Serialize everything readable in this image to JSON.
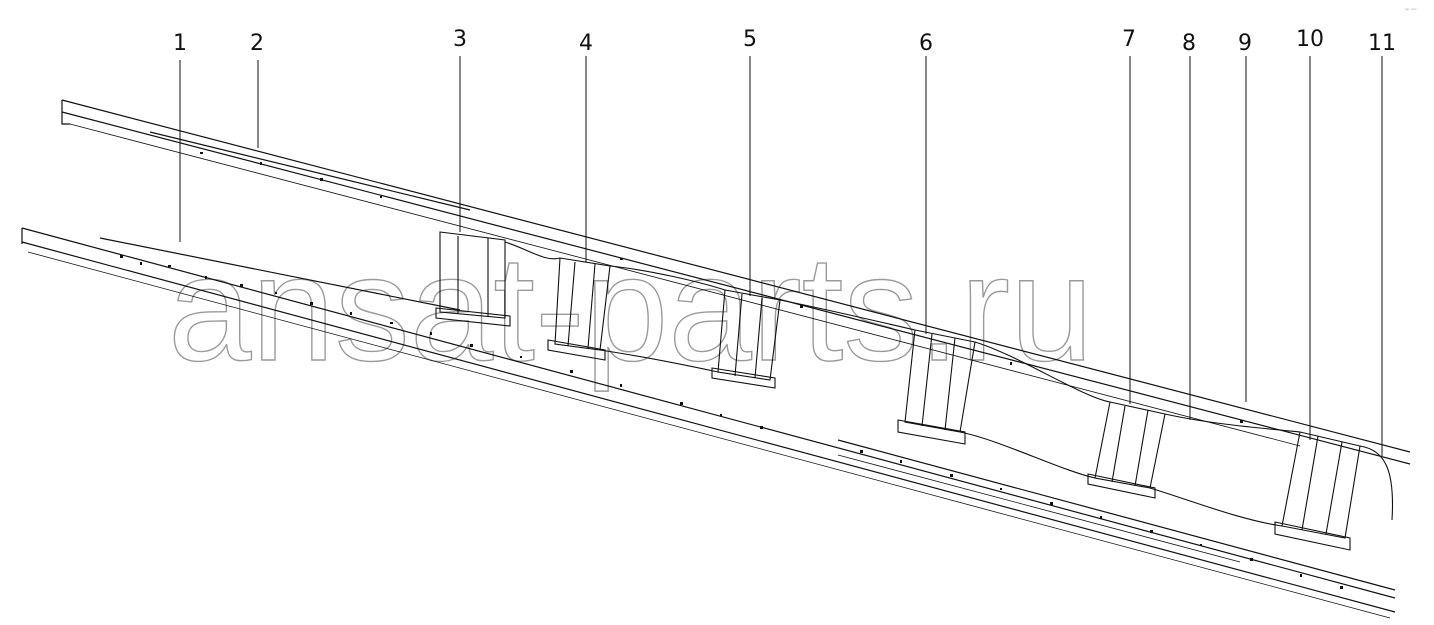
{
  "diagram": {
    "callouts": [
      "1",
      "2",
      "3",
      "4",
      "5",
      "6",
      "7",
      "8",
      "9",
      "10",
      "11"
    ],
    "watermark": "ansat-parts.ru",
    "corner_mark": "ᵃᵖ ᵒᵒᵒ"
  },
  "colors": {
    "line": "#111111",
    "watermark": "#9a9a9a",
    "background": "#ffffff"
  }
}
